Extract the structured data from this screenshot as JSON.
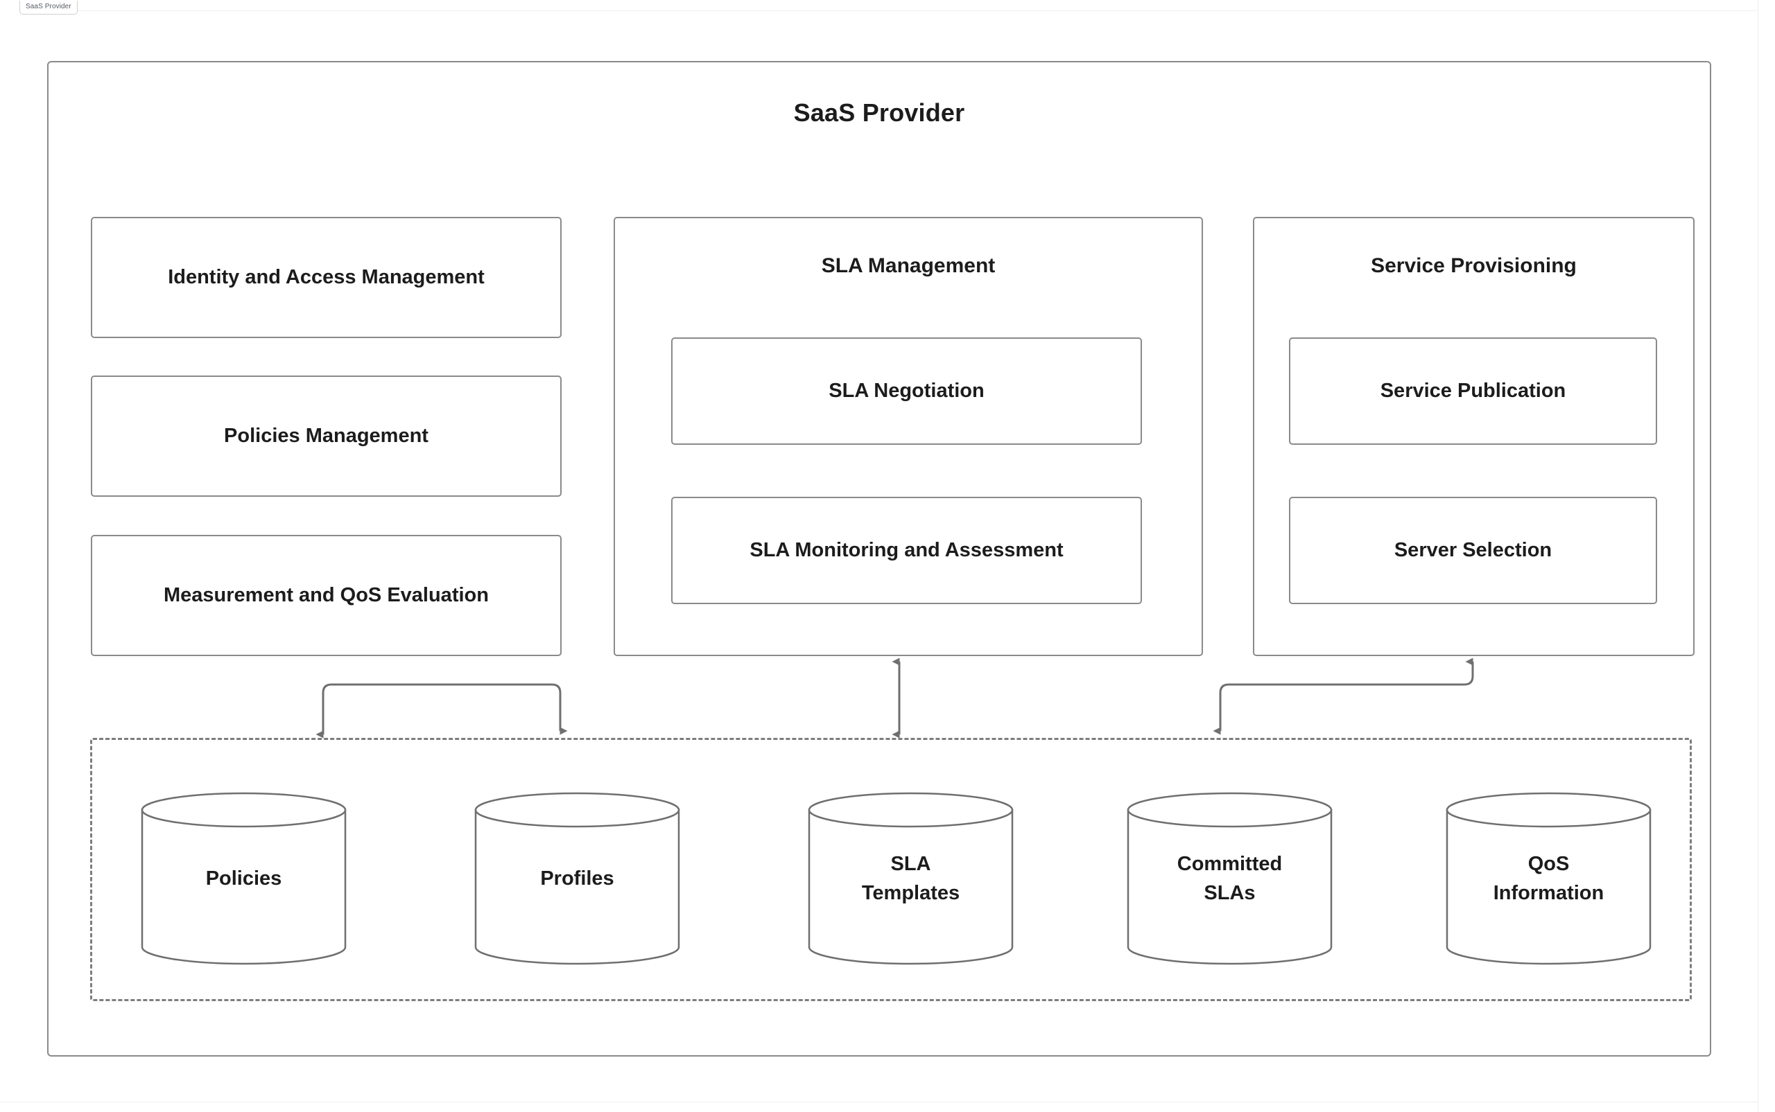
{
  "document": {
    "tab_label": "SaaS Provider"
  },
  "diagram": {
    "title": "SaaS Provider",
    "accent_color": "#8a8a8a",
    "text_color": "#1c1c1c",
    "background_color": "#ffffff",
    "left_column": [
      {
        "label": "Identity and Access Management"
      },
      {
        "label": "Policies Management"
      },
      {
        "label": "Measurement and QoS Evaluation"
      }
    ],
    "groups": [
      {
        "title": "SLA Management",
        "children": [
          {
            "label": "SLA Negotiation"
          },
          {
            "label": "SLA Monitoring and Assessment"
          }
        ]
      },
      {
        "title": "Service Provisioning",
        "children": [
          {
            "label": "Service Publication"
          },
          {
            "label": "Server Selection"
          }
        ]
      }
    ],
    "datastores": [
      {
        "line1": "Policies",
        "line2": ""
      },
      {
        "line1": "Profiles",
        "line2": ""
      },
      {
        "line1": "SLA",
        "line2": "Templates"
      },
      {
        "line1": "Committed",
        "line2": "SLAs"
      },
      {
        "line1": "QoS",
        "line2": "Information"
      }
    ],
    "connectors": [
      {
        "name": "measurement-to-datastore",
        "style": "elbow",
        "direction": "bidirectional"
      },
      {
        "name": "sla-management-to-datastore",
        "style": "straight",
        "direction": "bidirectional"
      },
      {
        "name": "service-provisioning-to-datastore",
        "style": "elbow",
        "direction": "bidirectional"
      }
    ]
  }
}
